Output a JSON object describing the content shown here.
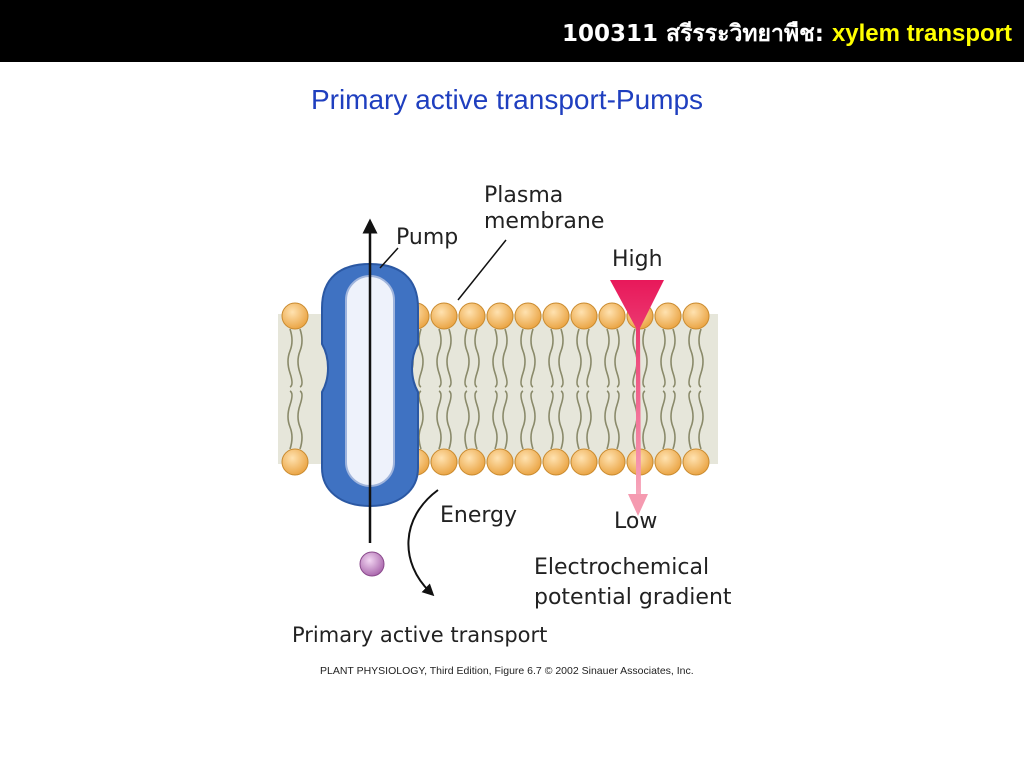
{
  "header": {
    "course": "100311 สรีรระวิทยาพืช:",
    "topic": "xylem transport",
    "background": "#000000",
    "course_color": "#ffffff",
    "topic_color": "#ffff00"
  },
  "slide": {
    "title": "Primary active transport-Pumps",
    "title_color": "#1f3fbf"
  },
  "diagram": {
    "labels": {
      "pump": "Pump",
      "membrane_line1": "Plasma",
      "membrane_line2": "membrane",
      "high": "High",
      "low": "Low",
      "energy": "Energy",
      "gradient_line1": "Electrochemical",
      "gradient_line2": "potential gradient",
      "caption": "Primary active transport",
      "credit": "PLANT PHYSIOLOGY, Third Edition, Figure 6.7  © 2002 Sinauer Associates, Inc."
    },
    "colors": {
      "lipid_head": "#f4b860",
      "lipid_tail": "#8a8a6a",
      "bilayer_bg": "#e4e4d8",
      "pump_outer": "#3a6fbf",
      "pump_inner": "#eef2fb",
      "gradient_top": "#e8185a",
      "gradient_bottom": "#f59ab0",
      "solute": "#c78ec9"
    }
  }
}
